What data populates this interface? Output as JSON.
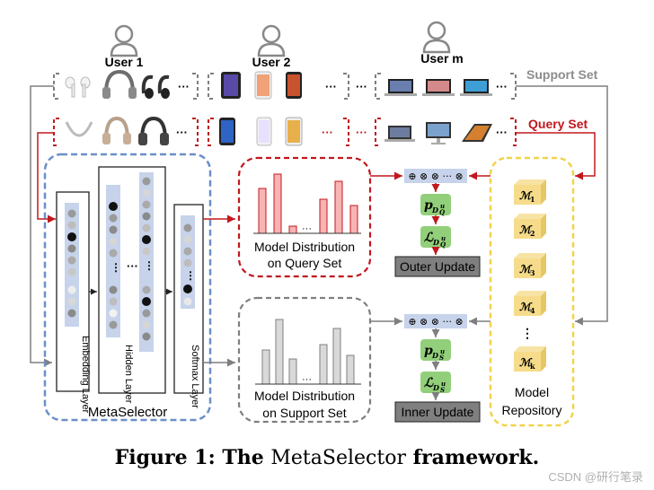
{
  "users": {
    "user1": "User 1",
    "user2": "User 2",
    "userm": "User m"
  },
  "sets": {
    "support": "Support Set",
    "query": "Query Set"
  },
  "ellipsis": "···",
  "network": {
    "embedding": "Embedding Layer",
    "hidden": "Hidden Layer",
    "softmax": "Softmax Layer",
    "title": "MetaSelector"
  },
  "distributions": {
    "query_line1": "Model Distribution",
    "query_line2": "on Query Set",
    "support_line1": "Model Distribution",
    "support_line2": "on Support Set"
  },
  "ops": {
    "symbols": "⊕ ⊗ ⊗ ··· ⊗",
    "p_query": "p",
    "l_query": "ℒ",
    "p_support": "p",
    "l_support": "ℒ",
    "sub_D": "D",
    "sup_u": "u",
    "sub_Q": "Q",
    "sub_S": "S"
  },
  "updates": {
    "outer": "Outer Update",
    "inner": "Inner Update"
  },
  "repository": {
    "line1": "Model",
    "line2": "Repository",
    "m1": "ℳ",
    "m2": "ℳ",
    "m3": "ℳ",
    "m4": "ℳ",
    "mk": "ℳ",
    "s1": "1",
    "s2": "2",
    "s3": "3",
    "s4": "4",
    "sk": "k",
    "dots": "⋮"
  },
  "caption": {
    "prefix": "Figure 1: The ",
    "name": "MetaSelector",
    "suffix": " framework."
  },
  "watermark": "CSDN @研行笔录",
  "colors": {
    "query_red": "#c0181e",
    "support_gray": "#7f7f7f",
    "network_blue": "#6b8fc9",
    "repo_yellow": "#f2d34a",
    "op_green": "#92cf7a",
    "bar_pink": "#f8b4b4",
    "bar_gray": "#d9d9d9"
  }
}
